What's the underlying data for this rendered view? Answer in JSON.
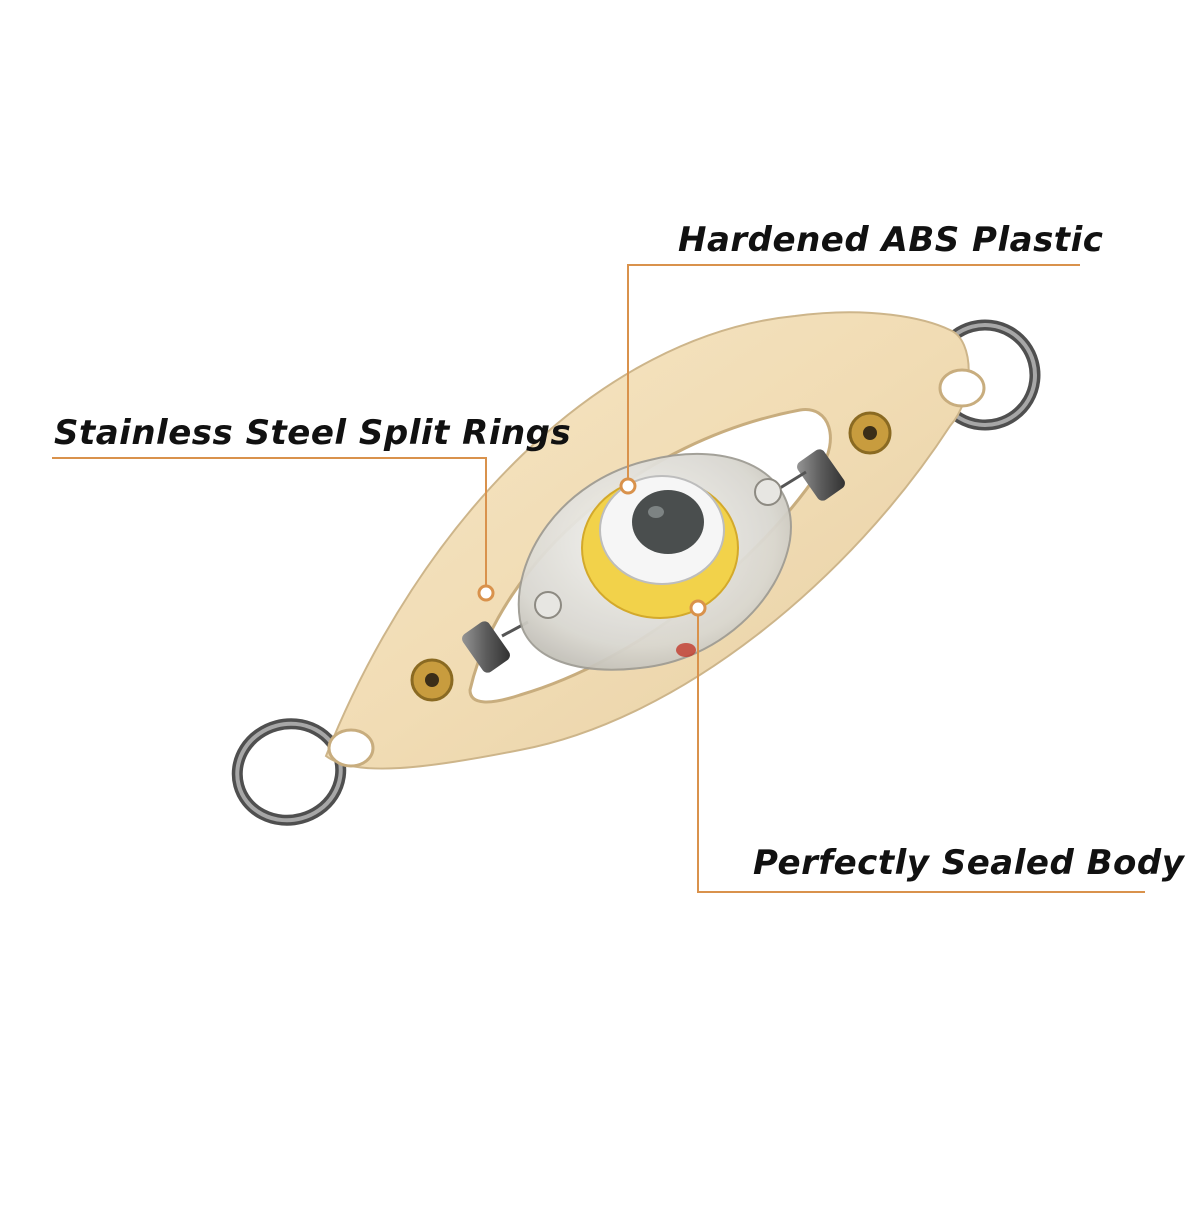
{
  "callouts": {
    "abs_plastic": "Hardened ABS Plastic",
    "split_rings": "Stainless Steel Split Rings",
    "sealed_body": "Perfectly Sealed Body"
  },
  "colors": {
    "leader_line": "#d9924c",
    "plate": "#f1dcb5",
    "lens_yellow": "#f2d24a",
    "text": "#111111"
  }
}
